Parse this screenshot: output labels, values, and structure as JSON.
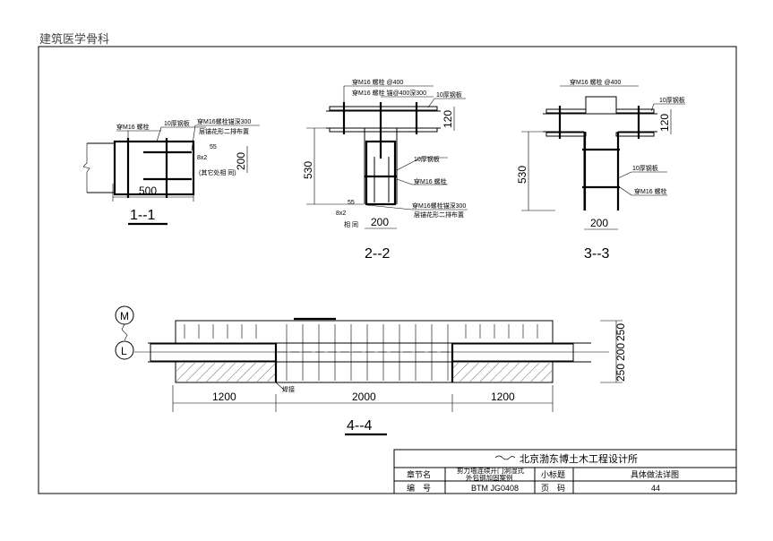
{
  "watermark": "建筑医学骨科",
  "section_1": {
    "title": "1--1",
    "bolt_label": "穿M16 螺栓",
    "plate_label": "10厚钢板",
    "anchor_label": "穿M16螺栓锚深300",
    "anchor_note": "层锚花形二排布置",
    "weld_top": "55",
    "weld_size": "8x2",
    "weld_note": "(其它处相 同)",
    "dim_width": "500",
    "dim_height": "200"
  },
  "section_2": {
    "title": "2--2",
    "top_bolt_label": "穿M16 螺栓 @400",
    "mid_bolt_label": "穿M16 螺栓 锚@400深300",
    "plate_label_top": "10厚钢板",
    "plate_label": "10厚钢板",
    "bolt_label": "穿M16 螺栓",
    "anchor_label": "穿M16螺栓锚深300",
    "anchor_note": "层锚花形二排布置",
    "weld_top": "55",
    "weld_size": "8x2",
    "weld_note": "相 同",
    "dim_flange": "120",
    "dim_depth": "530",
    "dim_width": "200"
  },
  "section_3": {
    "title": "3--3",
    "top_bolt_label": "穿M16 螺栓 @400",
    "plate_label_top": "10厚钢板",
    "plate_label": "10厚钢板",
    "bolt_label": "穿M16 螺栓",
    "dim_flange": "120",
    "dim_depth": "530",
    "dim_width": "200"
  },
  "section_4": {
    "title": "4--4",
    "axis_m": "M",
    "axis_l": "L",
    "weld_label": "焊接",
    "dims_horizontal": [
      "1200",
      "2000",
      "1200"
    ],
    "dims_vertical": [
      "250",
      "200",
      "250"
    ]
  },
  "title_block": {
    "company": "北京渤东博土木工程设计所",
    "chapter_label": "章节名",
    "chapter_value_1": "剪力墙连续开门洞湿式",
    "chapter_value_2": "外包钢加固案例",
    "subtitle_label": "小标题",
    "subtitle_value": "具体做法详图",
    "number_label": "编　号",
    "number_value": "BTM JG0408",
    "page_label": "页　码",
    "page_value": "44"
  }
}
